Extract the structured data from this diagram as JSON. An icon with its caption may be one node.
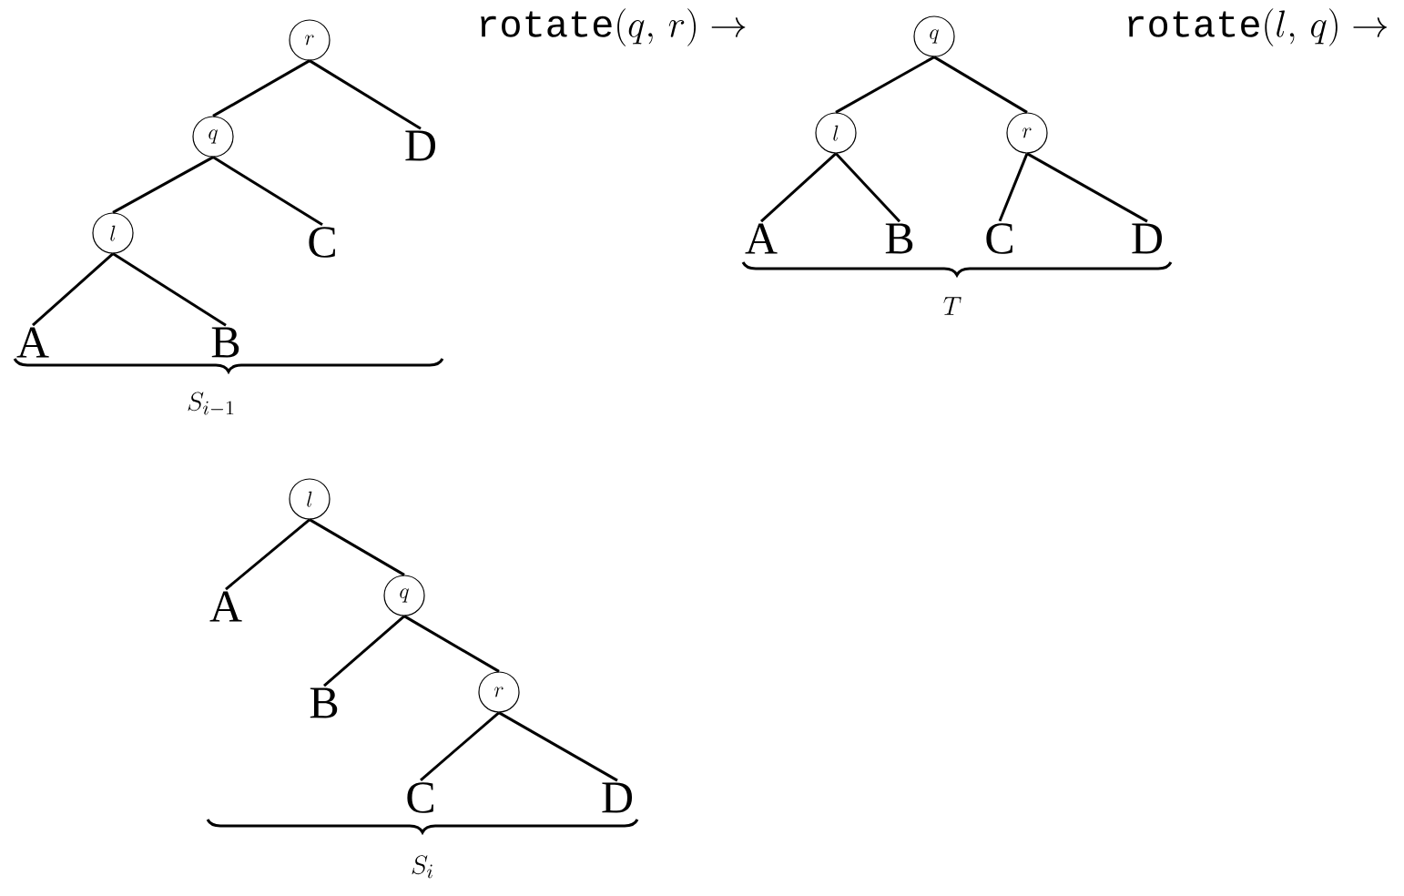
{
  "diagram": {
    "nodes": [
      {
        "text": [
          "r"
        ]
      },
      {
        "text": [
          "q"
        ]
      },
      {
        "text": [
          "D"
        ]
      },
      {
        "text": [
          "l"
        ]
      },
      {
        "text": [
          "C"
        ]
      },
      {
        "text": [
          "A"
        ]
      },
      {
        "text": [
          "B"
        ]
      },
      {
        "text": [
          "q"
        ]
      },
      {
        "text": [
          "l"
        ]
      },
      {
        "text": [
          "r"
        ]
      },
      {
        "text": [
          "A"
        ]
      },
      {
        "text": [
          "B"
        ]
      },
      {
        "text": [
          "C"
        ]
      },
      {
        "text": [
          "D"
        ]
      },
      {
        "text": [
          "l"
        ]
      },
      {
        "text": [
          "A"
        ]
      },
      {
        "text": [
          "q"
        ]
      },
      {
        "text": [
          "B"
        ]
      },
      {
        "text": [
          "r"
        ]
      },
      {
        "text": [
          "C"
        ]
      },
      {
        "text": [
          "D"
        ]
      }
    ],
    "edges": [
      {
        "from": 0,
        "to": 1,
        "arrow": "none"
      },
      {
        "from": 0,
        "to": 2,
        "arrow": "none"
      },
      {
        "from": 1,
        "to": 3,
        "arrow": "none"
      },
      {
        "from": 1,
        "to": 4,
        "arrow": "none"
      },
      {
        "from": 3,
        "to": 5,
        "arrow": "none"
      },
      {
        "from": 3,
        "to": 6,
        "arrow": "none"
      },
      {
        "from": 7,
        "to": 8,
        "arrow": "none"
      },
      {
        "from": 7,
        "to": 9,
        "arrow": "none"
      },
      {
        "from": 8,
        "to": 10,
        "arrow": "none"
      },
      {
        "from": 8,
        "to": 11,
        "arrow": "none"
      },
      {
        "from": 9,
        "to": 12,
        "arrow": "none"
      },
      {
        "from": 9,
        "to": 13,
        "arrow": "none"
      },
      {
        "from": 14,
        "to": 15,
        "arrow": "none"
      },
      {
        "from": 14,
        "to": 16,
        "arrow": "none"
      },
      {
        "from": 16,
        "to": 17,
        "arrow": "none"
      },
      {
        "from": 16,
        "to": 18,
        "arrow": "none"
      },
      {
        "from": 18,
        "to": 19,
        "arrow": "none"
      },
      {
        "from": 18,
        "to": 20,
        "arrow": "none"
      }
    ],
    "labels": [
      "\\mathtt{rotate}(q,\\, r) \\to",
      "\\mathtt{rotate}(l,\\, q) \\to",
      "T",
      "S_{i-1}",
      "S_i"
    ]
  }
}
